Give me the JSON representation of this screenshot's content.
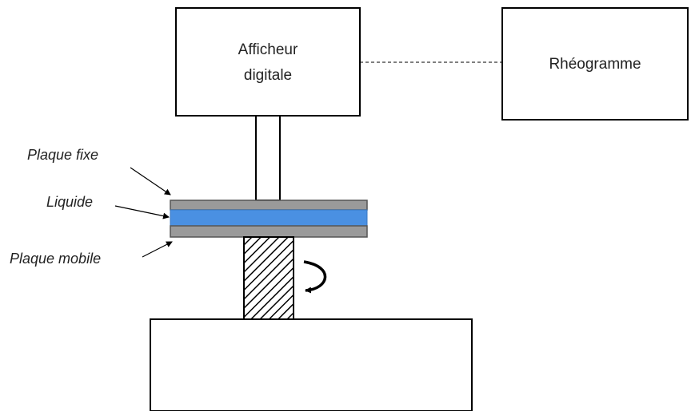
{
  "labels": {
    "display_box_line1": "Afficheur",
    "display_box_line2": "digitale",
    "rheogram_box": "Rhéogramme",
    "fixed_plate": "Plaque fixe",
    "liquid": "Liquide",
    "mobile_plate": "Plaque mobile"
  },
  "colors": {
    "plate_gray": "#9a9a9a",
    "liquid_blue": "#4a90e2",
    "line": "#000000",
    "background": "#ffffff"
  },
  "icons": {
    "rotation": "curved-arrow-icon"
  }
}
